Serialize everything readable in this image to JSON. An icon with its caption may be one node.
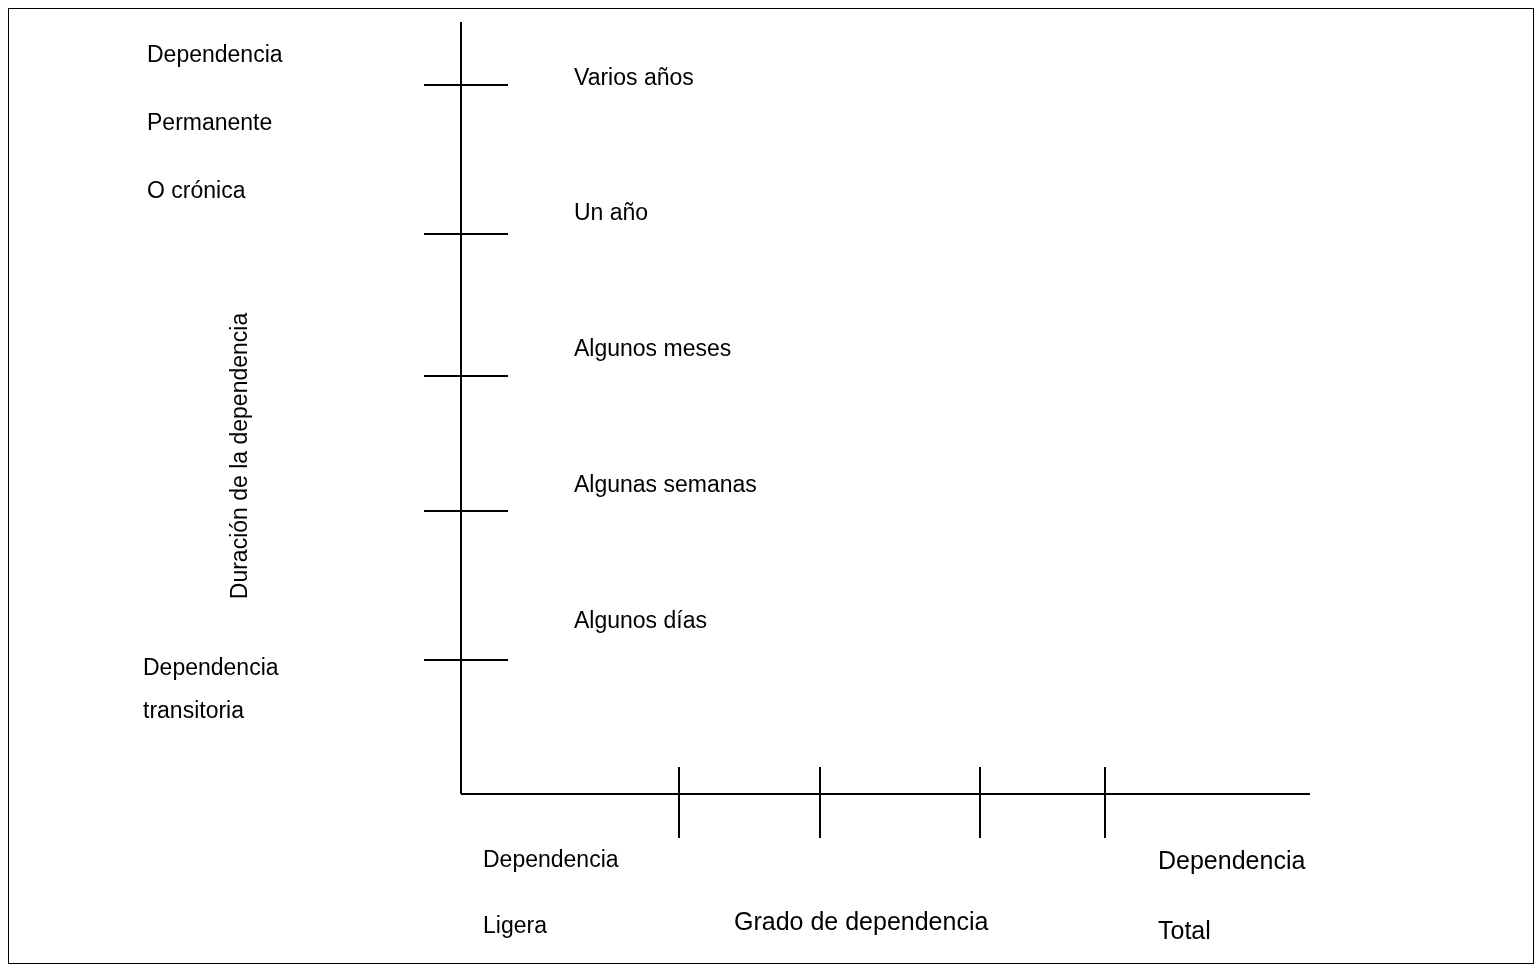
{
  "diagram": {
    "labels": [
      "Dependencia",
      "Varios años",
      "Permanente",
      "O crónica",
      "Un año",
      "Duración de la dependencia",
      "Algunos meses",
      "Algunas semanas",
      "Algunos días",
      "Dependencia transitoria",
      "Dependencia",
      "Dependencia",
      "Ligera",
      "Grado de dependencia",
      "Total"
    ]
  }
}
